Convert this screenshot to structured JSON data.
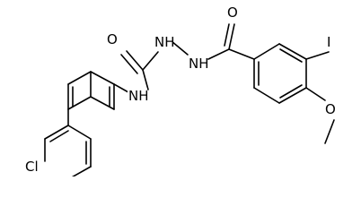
{
  "molecule": {
    "atoms": {
      "o_urea": "O",
      "nh_1": "NH",
      "nh_2": "NH",
      "nh_anilide": "NH",
      "o_benzoyl": "O",
      "iodine": "I",
      "o_methoxy": "O",
      "chlorine": "Cl"
    }
  },
  "colors": {
    "bond": "#000000",
    "label": "#000000",
    "background": "#ffffff"
  }
}
